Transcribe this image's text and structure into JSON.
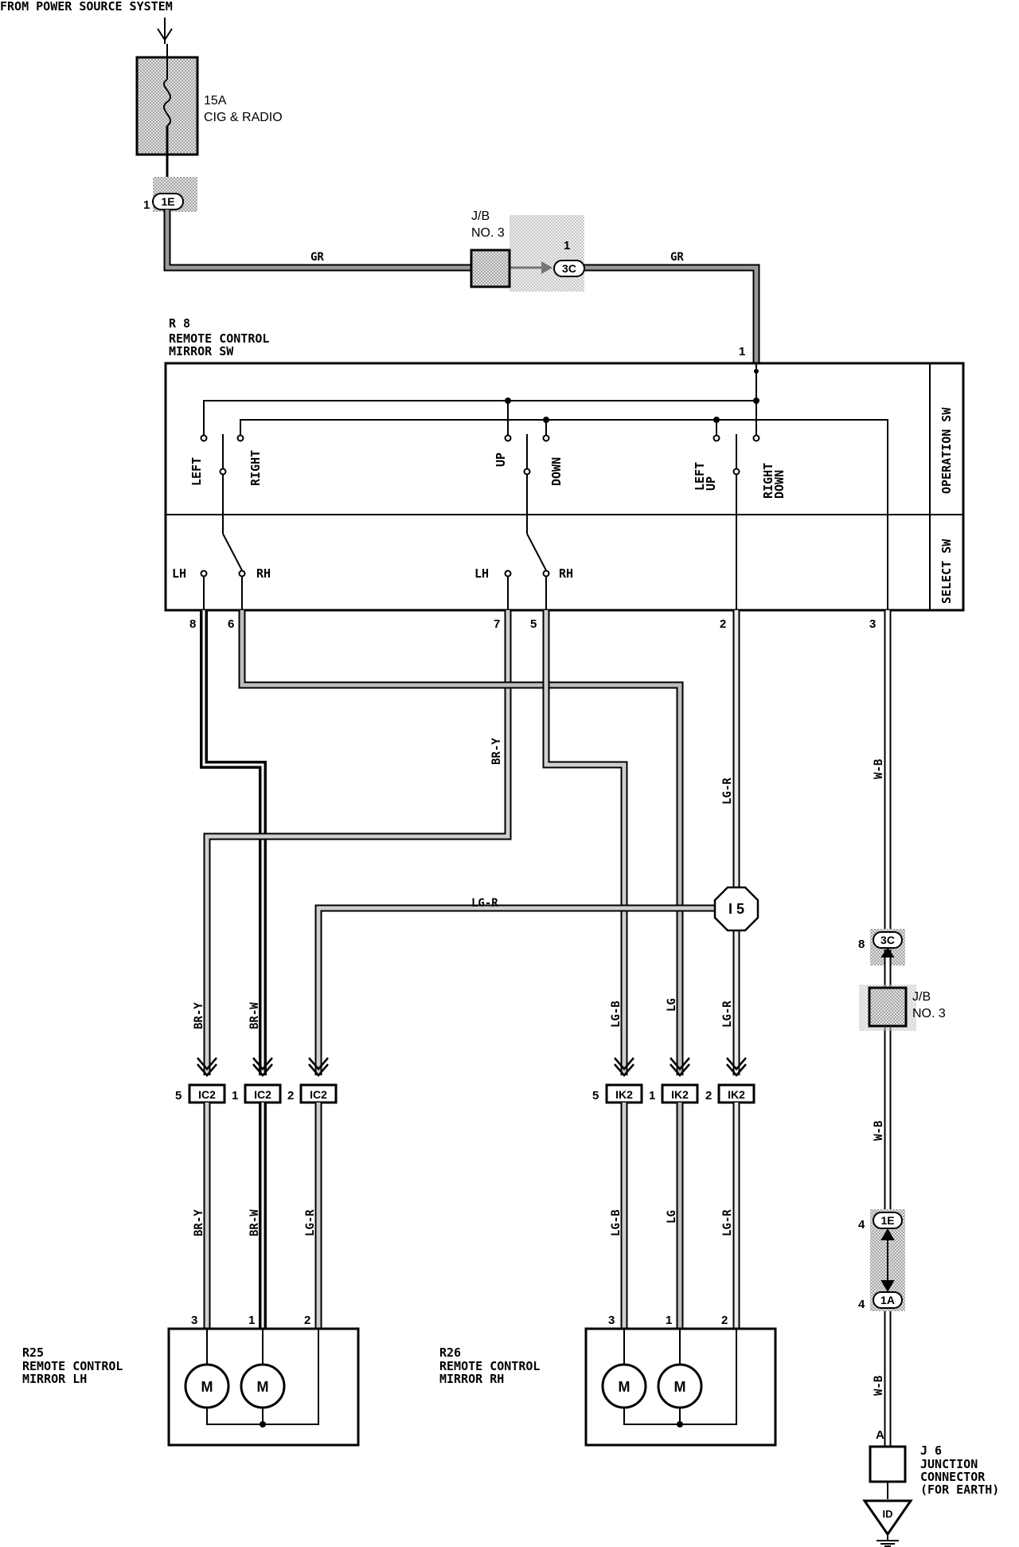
{
  "header": {
    "title": "FROM POWER SOURCE SYSTEM"
  },
  "fuse": {
    "rating": "15A",
    "name": "CIG & RADIO",
    "connector": "1E",
    "pin": "1"
  },
  "junction_top": {
    "label_line1": "J/B",
    "label_line2": "NO. 3",
    "connector": "3C",
    "pin": "1"
  },
  "wire_colors": {
    "gr": "GR",
    "br_y": "BR-Y",
    "br_w": "BR-W",
    "lg_r": "LG-R",
    "lg_b": "LG-B",
    "lg": "LG",
    "w_b": "W-B"
  },
  "switch": {
    "id": "R 8",
    "name_line1": "REMOTE CONTROL",
    "name_line2": "MIRROR SW",
    "top_pin": "1",
    "section_operation": "OPERATION SW",
    "section_select": "SELECT SW",
    "labels": {
      "left": "LEFT",
      "right": "RIGHT",
      "up": "UP",
      "down": "DOWN",
      "left_up_1": "LEFT",
      "left_up_2": "UP",
      "right_down_1": "RIGHT",
      "right_down_2": "DOWN",
      "lh": "LH",
      "rh": "RH"
    },
    "pins": {
      "p8": "8",
      "p6": "6",
      "p7": "7",
      "p5": "5",
      "p2": "2",
      "p3": "3"
    }
  },
  "splice": {
    "label": "I 5"
  },
  "connectors_lh": {
    "name": "IC2",
    "pins": [
      "5",
      "1",
      "2"
    ]
  },
  "connectors_rh": {
    "name": "IK2",
    "pins": [
      "5",
      "1",
      "2"
    ]
  },
  "junction_right": {
    "label_line1": "J/B",
    "label_line2": "NO. 3",
    "connector_top": "3C",
    "pin_top": "8",
    "connector_a": "1E",
    "pin_a": "4",
    "connector_b": "1A",
    "pin_b": "4"
  },
  "mirror_lh": {
    "id": "R25",
    "name_line1": "REMOTE CONTROL",
    "name_line2": "MIRROR LH",
    "pins": [
      "3",
      "1",
      "2"
    ],
    "motor": "M"
  },
  "mirror_rh": {
    "id": "R26",
    "name_line1": "REMOTE CONTROL",
    "name_line2": "MIRROR RH",
    "pins": [
      "3",
      "1",
      "2"
    ],
    "motor": "M"
  },
  "junction_connector": {
    "id": "J 6",
    "line1": "JUNCTION",
    "line2": "CONNECTOR",
    "line3": "(FOR EARTH)",
    "pin": "A",
    "ground": "ID"
  }
}
